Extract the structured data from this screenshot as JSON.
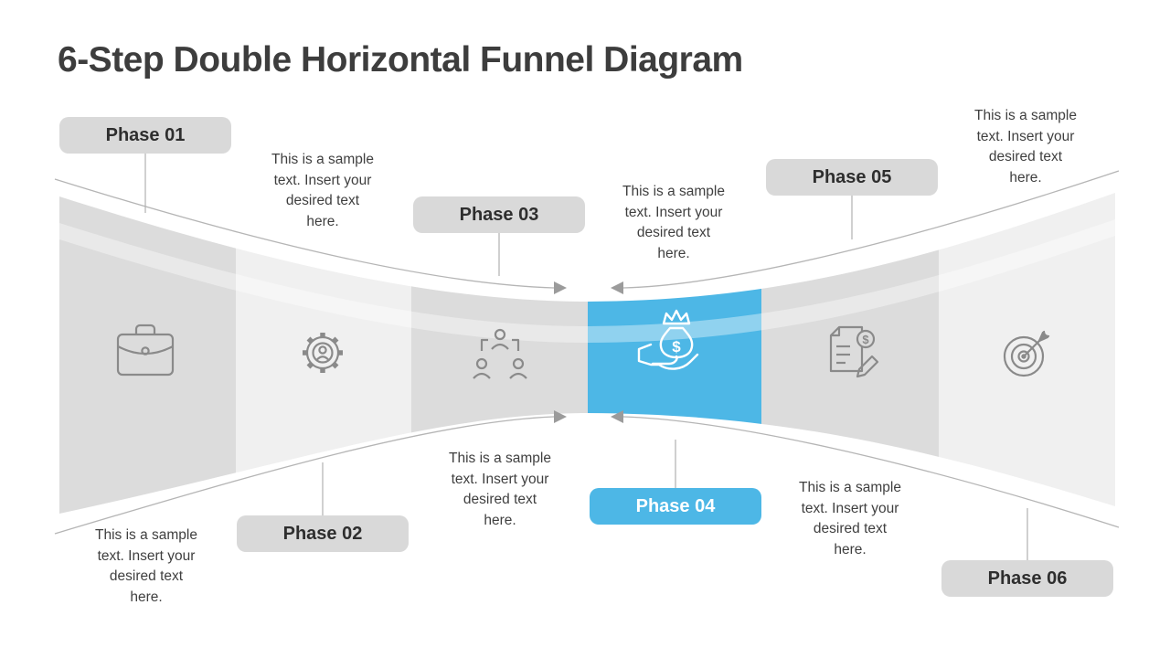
{
  "slide": {
    "title": "6-Step Double Horizontal Funnel Diagram"
  },
  "colors": {
    "background": "#ffffff",
    "title_text": "#3d3d3d",
    "accent_blue": "#4db7e6",
    "accent_blue_stripe": "#7fccee",
    "segment_dark": "#dcdcdc",
    "segment_light": "#f0f0f0",
    "badge_gray": "#d9d9d9",
    "badge_text_dark": "#2e2e2e",
    "badge_text_light": "#ffffff",
    "icon_stroke": "#8a8a8a",
    "icon_stroke_highlight": "#ffffff",
    "arrow_line": "#b5b5b5",
    "body_text": "#3f3f3f"
  },
  "sample_text": "This is a sample text. Insert your desired text here.",
  "phases": [
    {
      "label": "Phase 01",
      "badge_position": "top",
      "highlighted": false,
      "icon": "briefcase-icon",
      "description": "This is a sample text. Insert your desired text here.",
      "description_lines": [
        "This is a sample",
        "text. Insert your",
        "desired text",
        "here."
      ]
    },
    {
      "label": "Phase 02",
      "badge_position": "bottom",
      "highlighted": false,
      "icon": "gear-user-icon",
      "description": "This is a sample text. Insert your desired text here.",
      "description_lines": [
        "This is a sample",
        "text. Insert your",
        "desired text",
        "here."
      ]
    },
    {
      "label": "Phase 03",
      "badge_position": "top",
      "highlighted": false,
      "icon": "org-hierarchy-icon",
      "description": "This is a sample text. Insert your desired text here.",
      "description_lines": [
        "This is a sample",
        "text. Insert your",
        "desired text",
        "here."
      ]
    },
    {
      "label": "Phase 04",
      "badge_position": "bottom",
      "highlighted": true,
      "icon": "money-bag-hand-icon",
      "description": "This is a sample text. Insert your desired text here.",
      "description_lines": [
        "This is a sample",
        "text. Insert your",
        "desired text",
        "here."
      ]
    },
    {
      "label": "Phase 05",
      "badge_position": "top",
      "highlighted": false,
      "icon": "document-dollar-pencil-icon",
      "description": "This is a sample text. Insert your desired text here.",
      "description_lines": [
        "This is a sample",
        "text. Insert your",
        "desired text",
        "here."
      ]
    },
    {
      "label": "Phase 06",
      "badge_position": "bottom",
      "highlighted": false,
      "icon": "target-arrow-icon",
      "description": "This is a sample text. Insert your desired text here.",
      "description_lines": [
        "This is a sample",
        "text. Insert your",
        "desired text",
        "here."
      ]
    }
  ]
}
